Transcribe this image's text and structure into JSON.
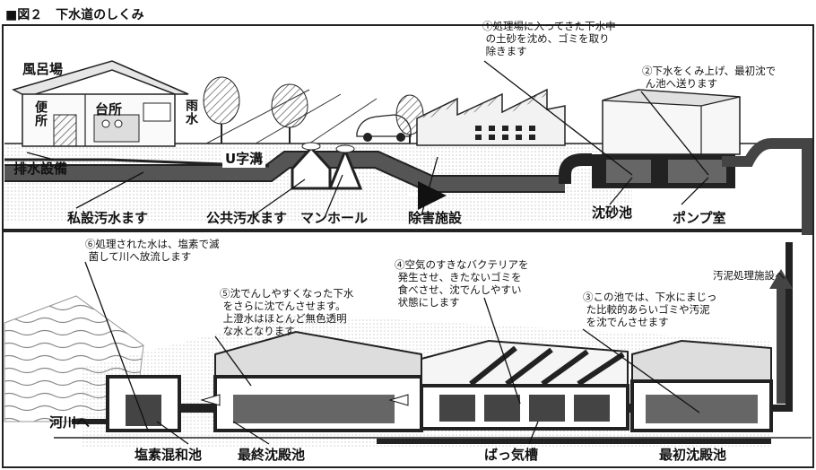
{
  "figure": {
    "number": "■図２",
    "title": "下水道のしくみ"
  },
  "labels": {
    "furoba": "風呂場",
    "benjo": "便所",
    "daidokoro": "台所",
    "amamizu": "雨水",
    "haisui_setsubi": "排水設備",
    "u_jikou": "U字溝",
    "shisetsu_masu": "私設汚水ます",
    "koukyou_masu": "公共汚水ます",
    "manhole": "マンホール",
    "jogai_shisetsu": "除害施設",
    "chinsachi": "沈砂池",
    "pump_shitsu": "ポンプ室",
    "kasen_he": "河川へ",
    "enso_kongochi": "塩素混和池",
    "saishu_chindenchi": "最終沈殿池",
    "bakkisou": "ばっ気槽",
    "saisho_chindenchi": "最初沈殿池",
    "odei_shori": "汚泥処理施設へ"
  },
  "notes": {
    "n1": "①処理場に入ってきた下水中\n の土砂を沈め、ゴミを取り\n 除きます",
    "n2": "②下水をくみ上げ、最初沈で\n ん池へ送ります",
    "n3": "③この池では、下水にまじっ\n た比較的あらいゴミや汚泥\n を沈でんさせます",
    "n4": "④空気のすきなバクテリアを\n 発生させ、きたないゴミを\n 食べさせ、沈でんしやすい\n 状態にします",
    "n5": "⑤沈でんしやすくなった下水\n をさらに沈でんさせます。\n 上澄水はほとんど無色透明\n な水となります",
    "n6": "⑥処理された水は、塩素で滅\n 菌して川へ放流します"
  }
}
